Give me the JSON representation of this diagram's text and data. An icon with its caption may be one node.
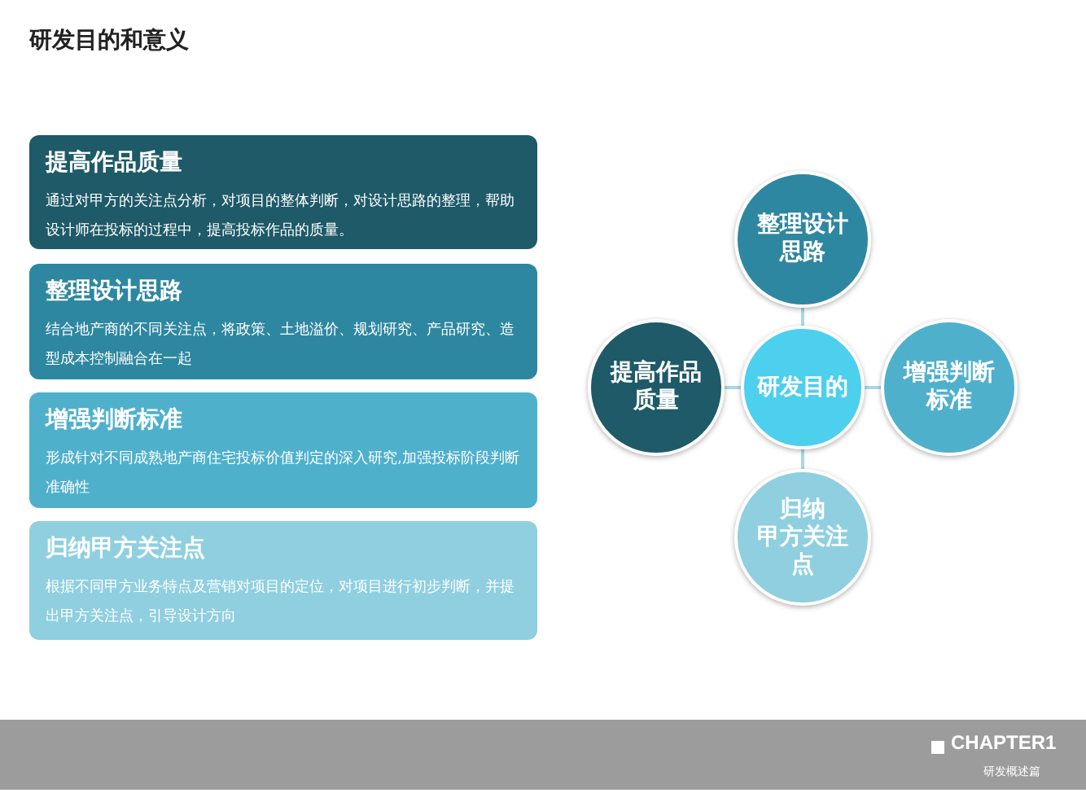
{
  "diagram": {
    "title": "研发目的和意义",
    "nodes": [
      {
        "text": [
          "提高作品质量",
          "通过对甲方的关注点分析，对项目的整体判断，对设计思路的整理，帮助设计师在投标的过程中，提高投标作品的质量。"
        ]
      },
      {
        "text": [
          "整理设计思路",
          "结合地产商的不同关注点，将政策、土地溢价、规划研究、产品研究、造型成本控制融合在一起"
        ]
      },
      {
        "text": [
          "增强判断标准",
          "形成针对不同成熟地产商住宅投标价值判定的深入研究,加强投标阶段判断准确性"
        ]
      },
      {
        "text": [
          "归纳甲方关注点",
          "根据不同甲方业务特点及营销对项目的定位，对项目进行初步判断，并提出甲方关注点，引导设计方向"
        ]
      },
      {
        "text": [
          "整理设计思路"
        ]
      },
      {
        "text": [
          "提高作品质量"
        ]
      },
      {
        "text": [
          "研发目的"
        ]
      },
      {
        "text": [
          "增强判断标准"
        ]
      },
      {
        "text": [
          "归纳",
          "甲方关注点"
        ]
      }
    ],
    "edges": [
      {
        "from": 6,
        "to": 4,
        "arrow": "none"
      },
      {
        "from": 6,
        "to": 5,
        "arrow": "none"
      },
      {
        "from": 6,
        "to": 7,
        "arrow": "none"
      },
      {
        "from": 6,
        "to": 8,
        "arrow": "none"
      }
    ],
    "labels": [
      "CHAPTER1",
      "研发概述篇"
    ]
  }
}
